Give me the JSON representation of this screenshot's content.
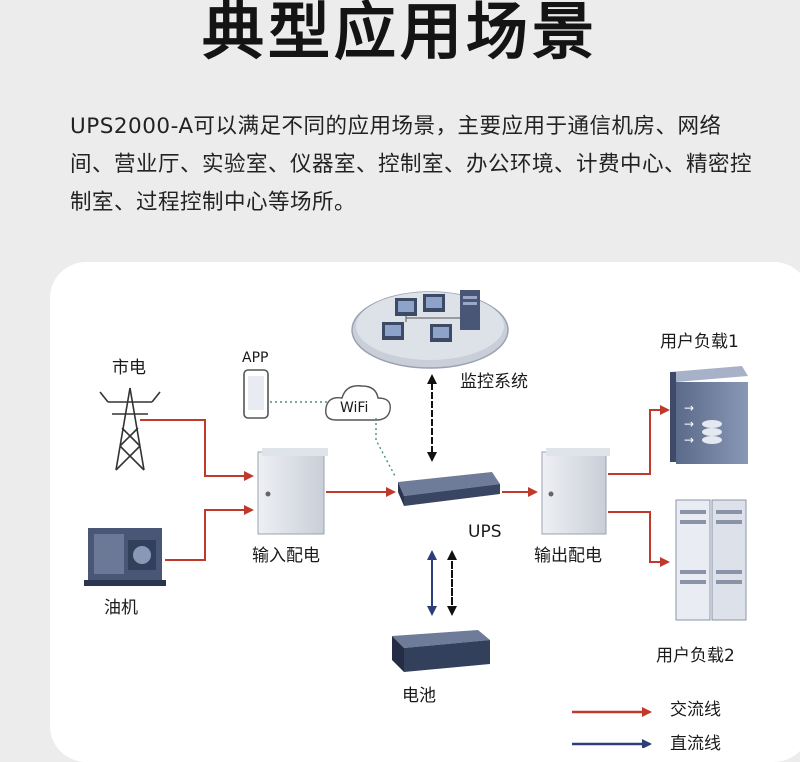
{
  "title": "典型应用场景",
  "description": "UPS2000-A可以满足不同的应用场景，主要应用于通信机房、网络间、营业厅、实验室、仪器室、控制室、办公环境、计费中心、精密控制室、过程控制中心等场所。",
  "nodes": {
    "grid": "市电",
    "generator": "油机",
    "app": "APP",
    "wifi": "WiFi",
    "monitoring": "监控系统",
    "input_distribution": "输入配电",
    "ups": "UPS",
    "output_distribution": "输出配电",
    "battery": "电池",
    "load1": "用户负载1",
    "load2": "用户负载2"
  },
  "legend": {
    "ac_line": "交流线",
    "ac_line_color": "#c0392b",
    "dc_line": "直流线",
    "dc_line_color": "#2c3e7a"
  }
}
